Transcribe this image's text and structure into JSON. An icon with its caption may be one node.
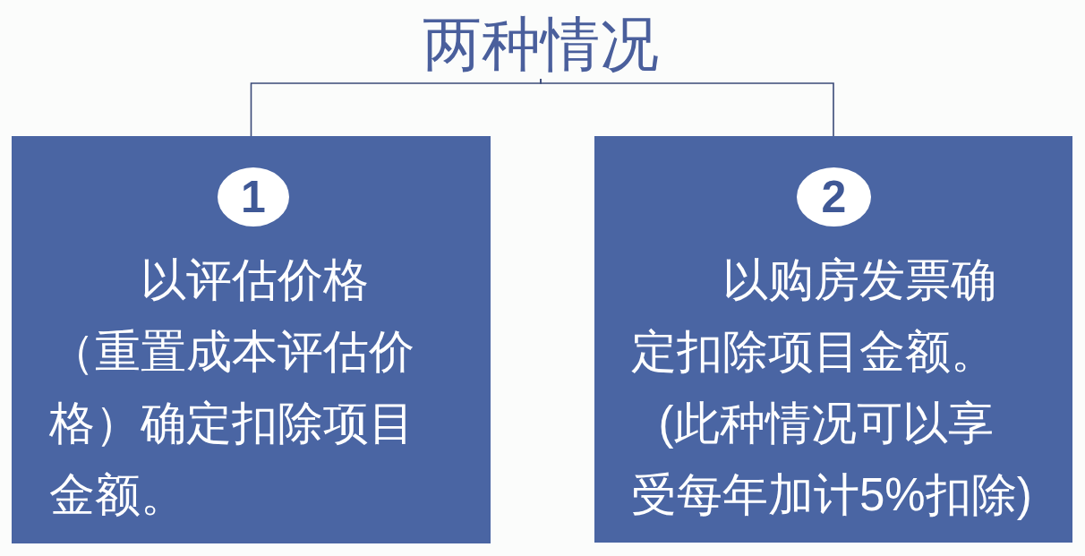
{
  "diagram": {
    "nodes": [
      {
        "text": [
          "两种情况"
        ]
      },
      {
        "text": [
          "以评估价格",
          "（重置成本评估价格）确定扣除项目金额。"
        ]
      },
      {
        "text": [
          "1"
        ],
        "in": 1
      },
      {
        "text": [
          "以购房发票确定扣除项目金额。",
          "(此种情况可以享受每年加计5%扣除)"
        ]
      },
      {
        "text": [
          "2"
        ],
        "in": 3
      }
    ],
    "edges": [
      {
        "from": 0,
        "to": 1,
        "arrow": "none"
      },
      {
        "from": 0,
        "to": 3,
        "arrow": "none"
      }
    ]
  }
}
